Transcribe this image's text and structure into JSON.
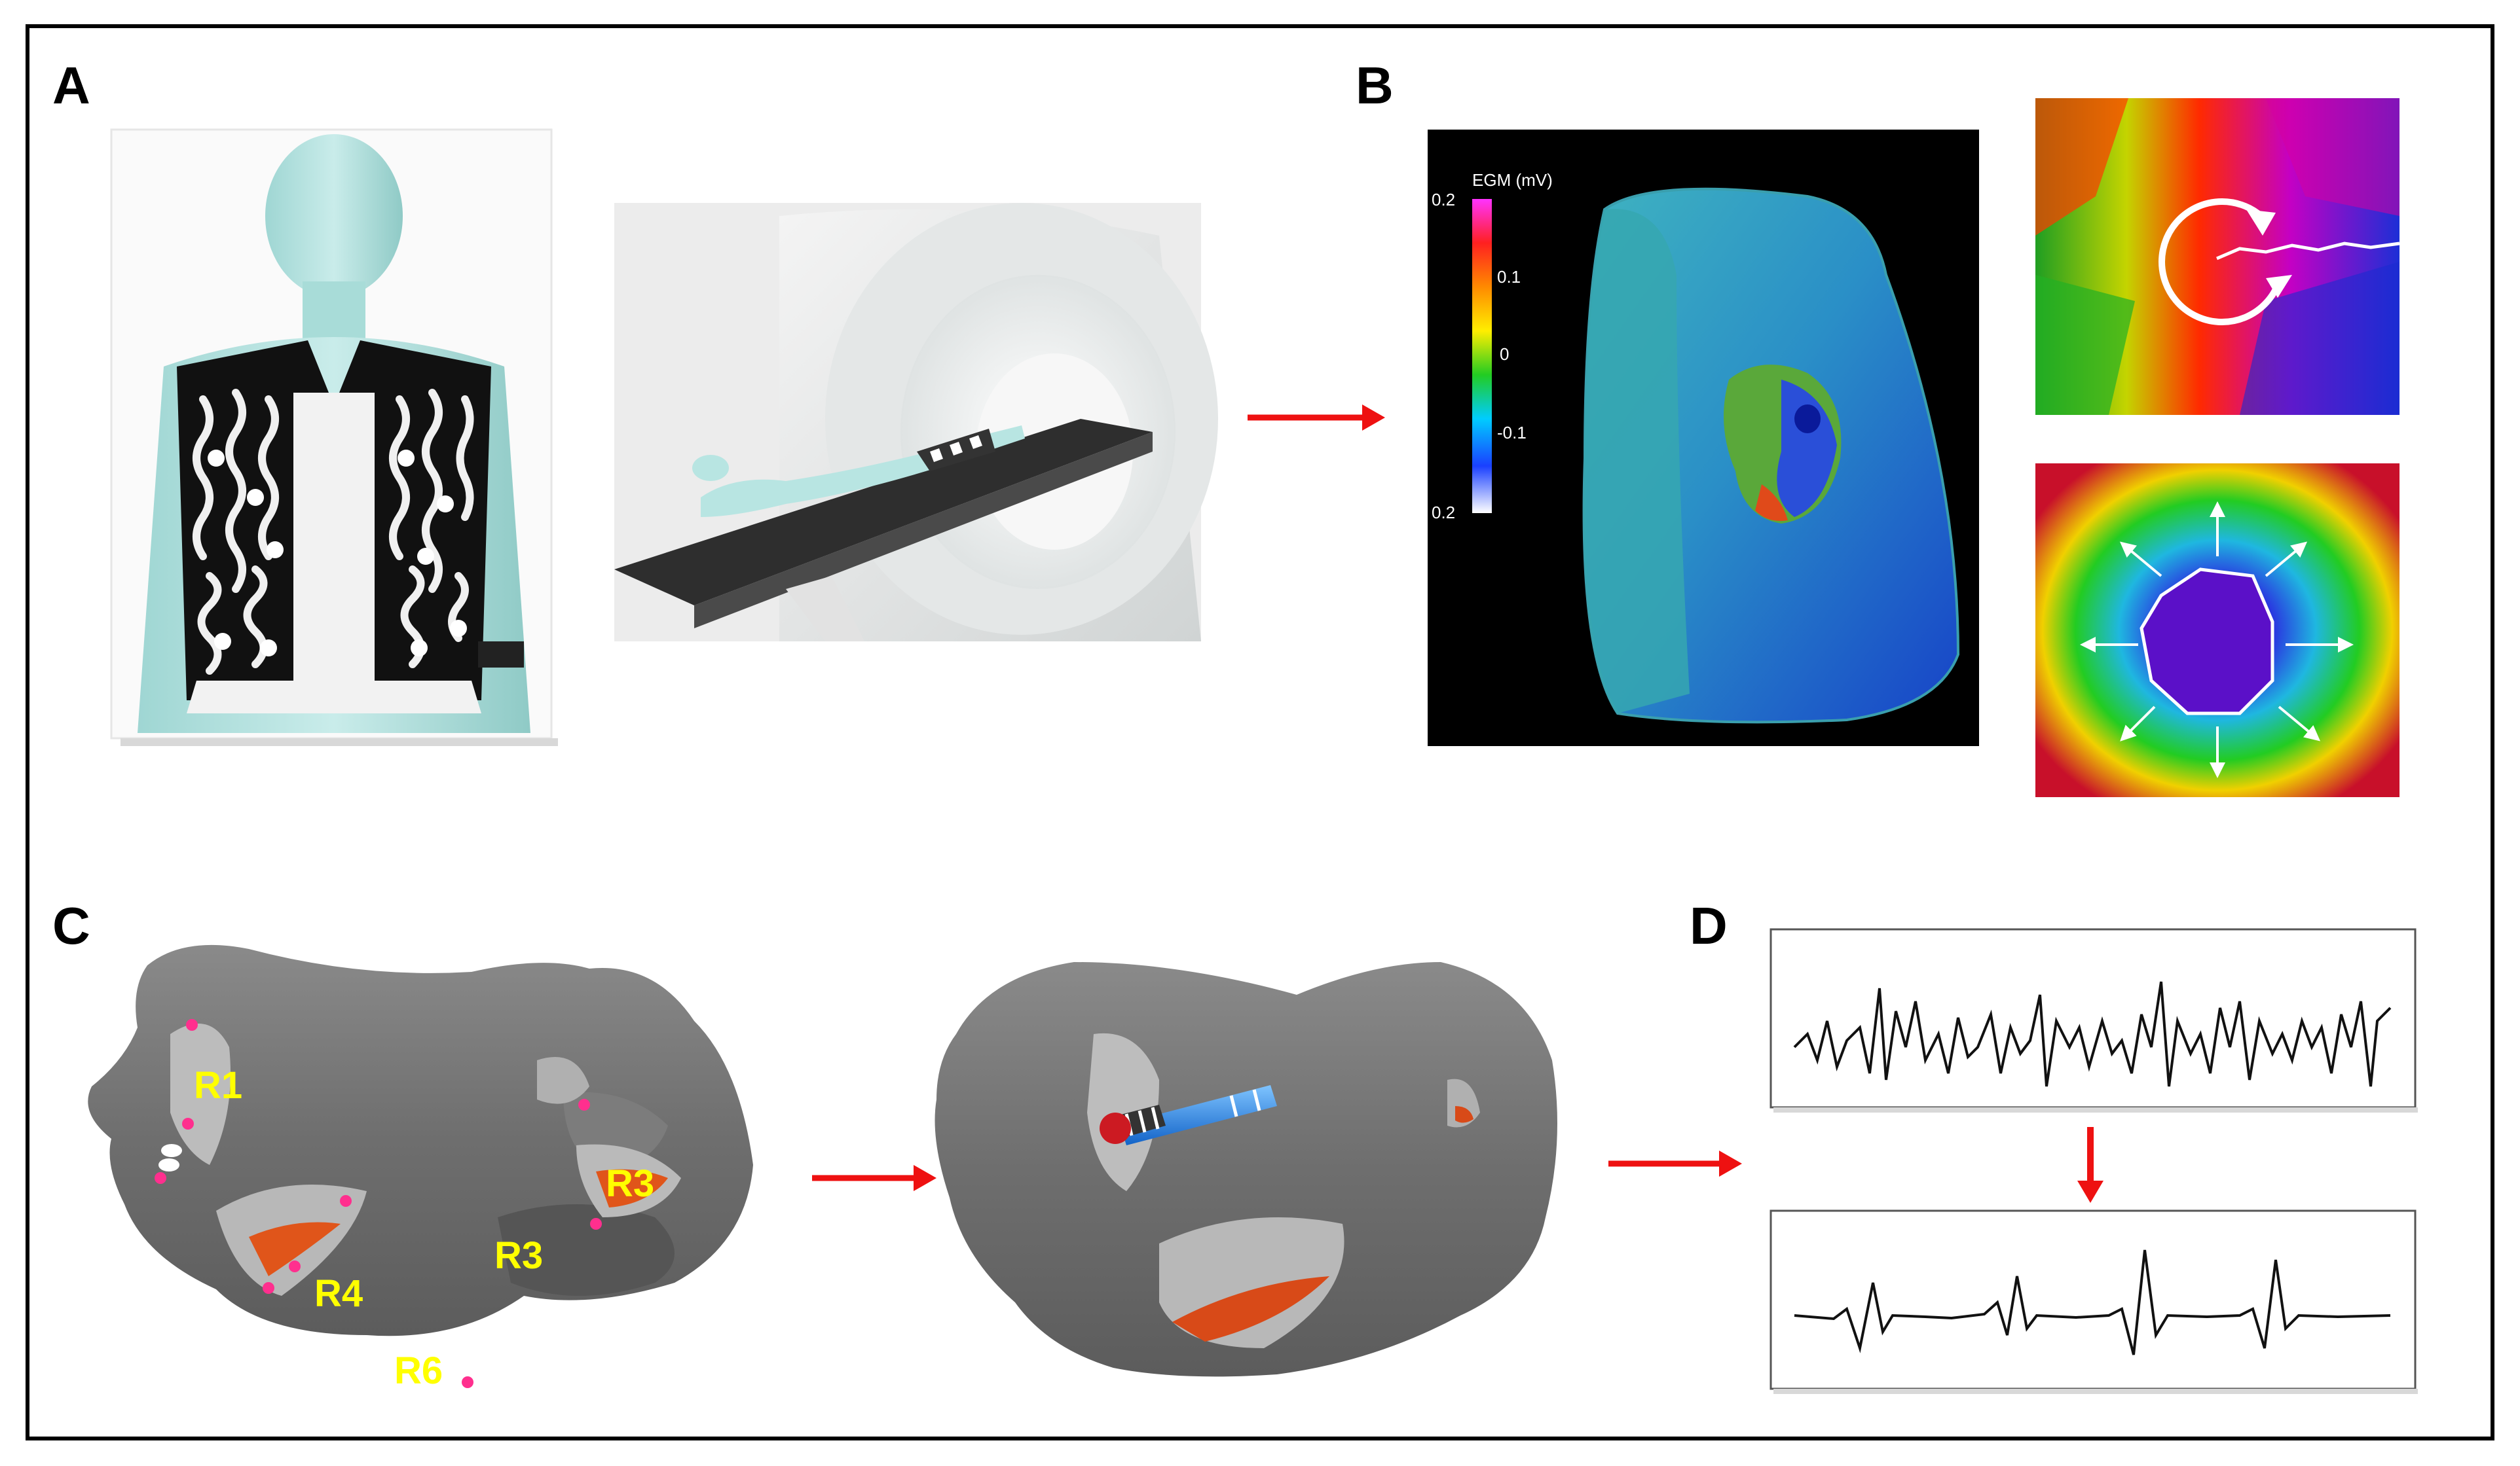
{
  "panels": {
    "a": {
      "letter": "A"
    },
    "b": {
      "letter": "B",
      "colorbar": {
        "title": "EGM (mV)",
        "ticks": [
          "0.2",
          "0.1",
          "0",
          "-0.1",
          "0.2"
        ],
        "gradient": [
          "#ff33ff",
          "#ff2020",
          "#ff8a00",
          "#ffee00",
          "#22cc22",
          "#00ccff",
          "#1a40ff",
          "#ffffff"
        ]
      }
    },
    "c": {
      "letter": "C",
      "regions": [
        "R1",
        "R3",
        "R3",
        "R4",
        "R6"
      ]
    },
    "d": {
      "letter": "D"
    }
  },
  "colors": {
    "flow_arrow": "#ee1111",
    "border": "#000000",
    "frame": "#000000"
  }
}
